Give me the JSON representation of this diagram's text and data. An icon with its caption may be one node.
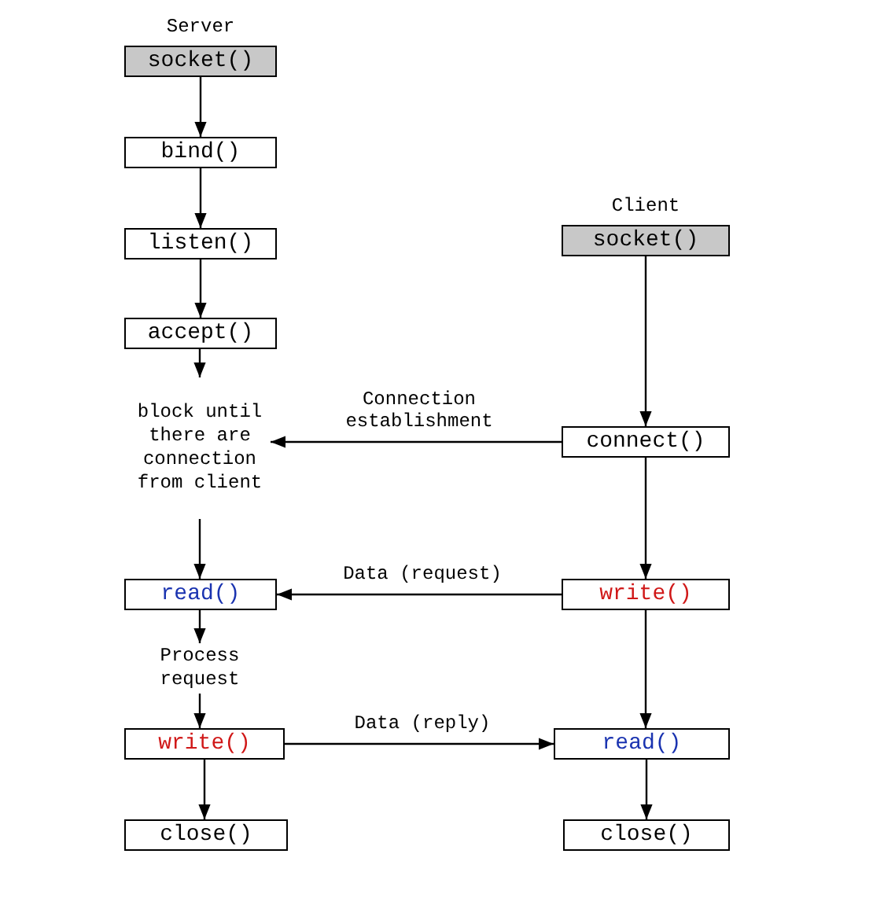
{
  "diagram": {
    "nodes": [
      {
        "text": [
          "socket()"
        ],
        "beside": [
          "Server"
        ]
      },
      {
        "text": [
          "bind()"
        ]
      },
      {
        "text": [
          "listen()"
        ]
      },
      {
        "text": [
          "accept()"
        ]
      },
      {
        "text": [
          "block until there are connection from client"
        ]
      },
      {
        "text": [
          "socket()"
        ],
        "beside": [
          "Client"
        ]
      },
      {
        "text": [
          "connect()"
        ]
      },
      {
        "text": [
          "read()"
        ]
      },
      {
        "text": [
          "write()"
        ]
      },
      {
        "text": [
          "Process request"
        ]
      },
      {
        "text": [
          "write()"
        ]
      },
      {
        "text": [
          "read()"
        ]
      },
      {
        "text": [
          "close()"
        ]
      },
      {
        "text": [
          "close()"
        ]
      }
    ],
    "edges": [
      {
        "from": 0,
        "to": 1,
        "arrow": "to"
      },
      {
        "from": 1,
        "to": 2,
        "arrow": "to"
      },
      {
        "from": 2,
        "to": 3,
        "arrow": "to"
      },
      {
        "from": 3,
        "to": 4,
        "arrow": "to"
      },
      {
        "from": 4,
        "to": 7,
        "arrow": "to"
      },
      {
        "from": 5,
        "to": 6,
        "arrow": "to"
      },
      {
        "from": 6,
        "to": 4,
        "arrow": "to",
        "label": "Connection establishment"
      },
      {
        "from": 6,
        "to": 8,
        "arrow": "to"
      },
      {
        "from": 8,
        "to": 7,
        "arrow": "to",
        "label": "Data (request)"
      },
      {
        "from": 7,
        "to": 9,
        "arrow": "to"
      },
      {
        "from": 9,
        "to": 10,
        "arrow": "to"
      },
      {
        "from": 8,
        "to": 11,
        "arrow": "to"
      },
      {
        "from": 10,
        "to": 11,
        "arrow": "to",
        "label": "Data (reply)"
      },
      {
        "from": 10,
        "to": 12,
        "arrow": "to"
      },
      {
        "from": 11,
        "to": 13,
        "arrow": "to"
      }
    ]
  }
}
